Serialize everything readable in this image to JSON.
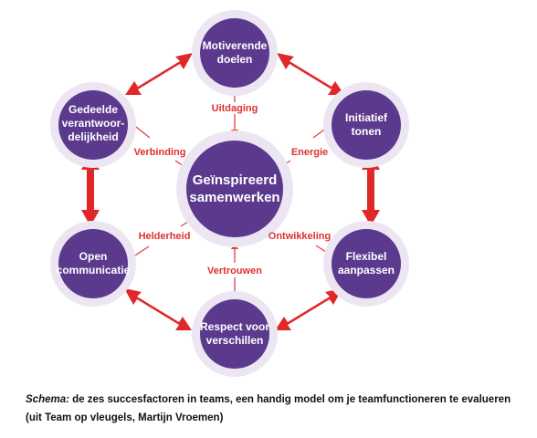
{
  "colors": {
    "node_fill": "#5b3a8e",
    "halo_fill": "#ece6f2",
    "arrow_red": "#e02828",
    "label_red": "#e03030"
  },
  "center": {
    "line1": "Geïnspireerd",
    "line2": "samenwerken"
  },
  "nodes": {
    "top": {
      "line1": "Motiverende",
      "line2": "doelen"
    },
    "upper_right": {
      "line1": "Initiatief",
      "line2": "tonen"
    },
    "lower_right": {
      "line1": "Flexibel",
      "line2": "aanpassen"
    },
    "bottom": {
      "line1": "Respect voor",
      "line2": "verschillen"
    },
    "lower_left": {
      "line1": "Open",
      "line2": "communicatie"
    },
    "upper_left": {
      "line1": "Gedeelde",
      "line2": "verantwoor-",
      "line3": "delijkheid"
    }
  },
  "links": {
    "top": "Uitdaging",
    "upper_right": "Energie",
    "lower_right": "Ontwikkeling",
    "bottom": "Vertrouwen",
    "lower_left": "Helderheid",
    "upper_left": "Verbinding"
  },
  "caption": {
    "lead": "Schema:",
    "text": " de zes succesfactoren in teams, een handig model om je teamfunctioneren te evalueren (uit Team op vleugels, Martijn Vroemen)"
  }
}
